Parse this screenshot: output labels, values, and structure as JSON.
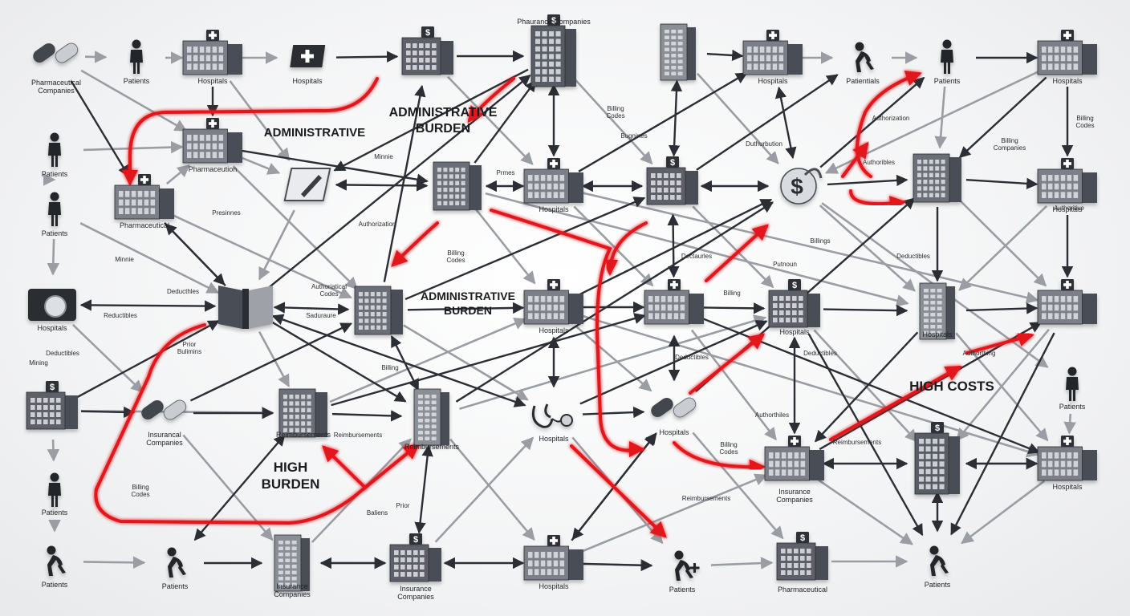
{
  "diagram": {
    "colors": {
      "dark_arrow": "#2b2f35",
      "gray_arrow": "#9a9ea4",
      "red_path": "#e3141b",
      "building_dark": "#3a3e45",
      "building_mid": "#6c7078",
      "building_light": "#b9bcc1",
      "medical_cross": "#ffffff"
    },
    "callouts": [
      {
        "id": "admin-burden-top-left",
        "lines": [
          "ADMINISTRATIVE"
        ],
        "size": 15
      },
      {
        "id": "admin-burden-top-right",
        "lines": [
          "ADMINISTRATIVE",
          "BURDEN"
        ],
        "size": 16
      },
      {
        "id": "admin-burden-center",
        "lines": [
          "ADMINISTRATIVE",
          "BURDEN"
        ],
        "size": 14
      },
      {
        "id": "high-burden",
        "lines": [
          "HIGH",
          "BURDEN"
        ],
        "size": 17
      },
      {
        "id": "high-costs",
        "lines": [
          "HIGH COSTS"
        ],
        "size": 17
      }
    ],
    "nodes": [
      {
        "id": "n1",
        "label": "Pharmaceutical Companies",
        "label_lines": [
          "Pharmaceutical",
          "Companies"
        ],
        "icon": "pills-icon"
      },
      {
        "id": "n2",
        "label": "Patients",
        "icon": "person-icon"
      },
      {
        "id": "n3",
        "label": "Hospitals",
        "icon": "hospital-icon"
      },
      {
        "id": "n4",
        "label": "Hospitals",
        "icon": "monitor-cross-icon"
      },
      {
        "id": "n5",
        "label": "",
        "icon": "insurance-building-icon"
      },
      {
        "id": "n6",
        "label": "Phaurance Companies",
        "icon": "insurance-tower-icon"
      },
      {
        "id": "n7",
        "label": "",
        "icon": "skyscraper-icon"
      },
      {
        "id": "n8",
        "label": "Hospitals",
        "icon": "hospital-icon"
      },
      {
        "id": "n9",
        "label": "Patientials",
        "icon": "bending-person-icon"
      },
      {
        "id": "n10",
        "label": "Patients",
        "icon": "person-icon"
      },
      {
        "id": "n11",
        "label": "Hospitals",
        "icon": "hospital-icon"
      },
      {
        "id": "n12",
        "label": "Patients",
        "icon": "person-icon"
      },
      {
        "id": "n13",
        "label": "Pharmaceution",
        "icon": "hospital-icon"
      },
      {
        "id": "n14",
        "label": "",
        "icon": "document-pen-icon"
      },
      {
        "id": "n15",
        "label": "",
        "icon": "office-building-icon"
      },
      {
        "id": "n16",
        "label": "Hospitals",
        "icon": "hospital-icon"
      },
      {
        "id": "n17",
        "label": "",
        "icon": "insurance-building-icon"
      },
      {
        "id": "n18",
        "label": "",
        "icon": "dollar-stethoscope-icon"
      },
      {
        "id": "n19",
        "label": "",
        "icon": "office-building-icon"
      },
      {
        "id": "n20",
        "label": "Patients",
        "icon": "person-icon"
      },
      {
        "id": "n21",
        "label": "Pharmaceutical",
        "icon": "hospital-icon"
      },
      {
        "id": "n22",
        "label": "Hospitals",
        "icon": "hospital-icon"
      },
      {
        "id": "n23",
        "label": "Hospitals",
        "icon": "camera-icon"
      },
      {
        "id": "n24",
        "label": "",
        "icon": "book-icon"
      },
      {
        "id": "n25",
        "label": "",
        "icon": "office-building-icon"
      },
      {
        "id": "n26",
        "label": "Hospitals",
        "icon": "hospital-icon"
      },
      {
        "id": "n27",
        "label": "",
        "icon": "hospital-icon"
      },
      {
        "id": "n28",
        "label": "Hospitals",
        "icon": "insurance-building-icon"
      },
      {
        "id": "n29",
        "label": "Hospitals",
        "icon": "skyscraper-icon"
      },
      {
        "id": "n30",
        "label": "",
        "icon": "hospital-icon"
      },
      {
        "id": "n31",
        "label": "",
        "icon": "insurance-building-icon"
      },
      {
        "id": "n32",
        "label": "Insurancal Companies",
        "label_lines": [
          "Insurancal",
          "Companies"
        ],
        "icon": "pills-icon"
      },
      {
        "id": "n33",
        "label": "Reimbursements",
        "icon": "office-building-icon"
      },
      {
        "id": "n34",
        "label": "Reimbursements",
        "icon": "skyscraper-icon"
      },
      {
        "id": "n35",
        "label": "Hospitals",
        "icon": "stethoscope-icon"
      },
      {
        "id": "n36",
        "label": "Hospitals",
        "icon": "pills-icon"
      },
      {
        "id": "n37",
        "label": "Insurance Companies",
        "label_lines": [
          "Insurance",
          "Companies"
        ],
        "icon": "hospital-icon"
      },
      {
        "id": "n38",
        "label": "",
        "icon": "insurance-tower-icon"
      },
      {
        "id": "n39",
        "label": "Patients",
        "icon": "person-icon"
      },
      {
        "id": "n40",
        "label": "Hospitals",
        "icon": "hospital-icon"
      },
      {
        "id": "n41",
        "label": "Patients",
        "icon": "person-icon"
      },
      {
        "id": "n42",
        "label": "Patients",
        "icon": "bending-person-icon"
      },
      {
        "id": "n43",
        "label": "Patients",
        "icon": "bending-person-icon"
      },
      {
        "id": "n44",
        "label": "Insurance Companies",
        "label_lines": [
          "Insurance",
          "Companies"
        ],
        "icon": "skyscraper-icon"
      },
      {
        "id": "n45",
        "label": "Insurance Companies",
        "label_lines": [
          "Insurance",
          "Companies"
        ],
        "icon": "insurance-building-icon"
      },
      {
        "id": "n46",
        "label": "Hospitals",
        "icon": "hospital-icon"
      },
      {
        "id": "n47",
        "label": "Patients",
        "icon": "patient-cross-icon"
      },
      {
        "id": "n48",
        "label": "Pharmaceutical",
        "icon": "insurance-building-icon"
      },
      {
        "id": "n49",
        "label": "Patients",
        "icon": "bending-person-icon"
      }
    ],
    "edge_labels": [
      {
        "id": "el1",
        "text": "Minnie"
      },
      {
        "id": "el2",
        "text": "Prmes"
      },
      {
        "id": "el3",
        "text": "Bugnines"
      },
      {
        "id": "el4",
        "text": "Billing Codes",
        "lines": [
          "Billing",
          "Codes"
        ]
      },
      {
        "id": "el5",
        "text": "Duthurbution"
      },
      {
        "id": "el6",
        "text": "Authorization"
      },
      {
        "id": "el7",
        "text": "Authoribles"
      },
      {
        "id": "el8",
        "text": "Billing Companies",
        "lines": [
          "Billing",
          "Companies"
        ]
      },
      {
        "id": "el9",
        "text": "Billing Codes",
        "lines": [
          "Billing",
          "Codes"
        ]
      },
      {
        "id": "el10",
        "text": "Presinnes"
      },
      {
        "id": "el11",
        "text": "Authorization"
      },
      {
        "id": "el12",
        "text": "Minnie"
      },
      {
        "id": "el13",
        "text": "Billing Codes",
        "lines": [
          "Billing",
          "Codes"
        ]
      },
      {
        "id": "el14",
        "text": "Deductibles"
      },
      {
        "id": "el15",
        "text": "Billings"
      },
      {
        "id": "el16",
        "text": "Authoritive"
      },
      {
        "id": "el17",
        "text": "Deducthles"
      },
      {
        "id": "el18",
        "text": "Authoriatical Codes",
        "lines": [
          "Authoriatical",
          "Codes"
        ]
      },
      {
        "id": "el19",
        "text": "Dectaurles"
      },
      {
        "id": "el20",
        "text": "Putnoun"
      },
      {
        "id": "el21",
        "text": "Deductibles"
      },
      {
        "id": "el22",
        "text": "Reductibles"
      },
      {
        "id": "el23",
        "text": "Saduraure"
      },
      {
        "id": "el24",
        "text": "Billing"
      },
      {
        "id": "el25",
        "text": "Prior Bulimins",
        "lines": [
          "Prior",
          "Bulimins"
        ]
      },
      {
        "id": "el26",
        "text": "Deductibles"
      },
      {
        "id": "el27",
        "text": "Authorthing"
      },
      {
        "id": "el28",
        "text": "Mining"
      },
      {
        "id": "el29",
        "text": "Deductibles"
      },
      {
        "id": "el30",
        "text": "Billing"
      },
      {
        "id": "el31",
        "text": "Authorthiles"
      },
      {
        "id": "el32",
        "text": "Reimbursements"
      },
      {
        "id": "el33",
        "text": "Billing Codes",
        "lines": [
          "Billing",
          "Codes"
        ]
      },
      {
        "id": "el34",
        "text": "Reimbursements"
      },
      {
        "id": "el35",
        "text": "Billing Codes",
        "lines": [
          "Billing",
          "Codes"
        ]
      },
      {
        "id": "el36",
        "text": "Baliens"
      },
      {
        "id": "el37",
        "text": "Prior"
      },
      {
        "id": "el38",
        "text": "Reimbursements"
      }
    ]
  }
}
